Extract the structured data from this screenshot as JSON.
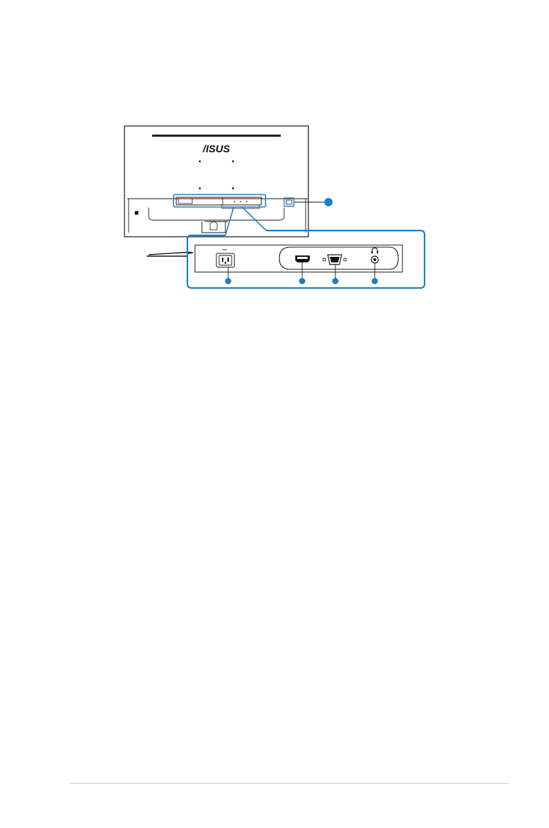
{
  "page": {
    "background": "#ffffff",
    "accent_color": "#1a7fc4",
    "rule_color": "#c8c8c8"
  },
  "monitor_back": {
    "brand_logo": "/ISUS"
  },
  "callouts": [
    {
      "name": "kensington-lock-callout",
      "number": ""
    },
    {
      "name": "ac-power-in-callout",
      "number": ""
    },
    {
      "name": "hdmi-port-callout",
      "number": ""
    },
    {
      "name": "vga-port-callout",
      "number": ""
    },
    {
      "name": "earphone-jack-callout",
      "number": ""
    }
  ],
  "port_panel": {
    "ac_symbol": "~",
    "ports": [
      "ac-power-inlet-icon",
      "hdmi-port-icon",
      "vga-port-icon",
      "earphone-jack-icon"
    ]
  }
}
